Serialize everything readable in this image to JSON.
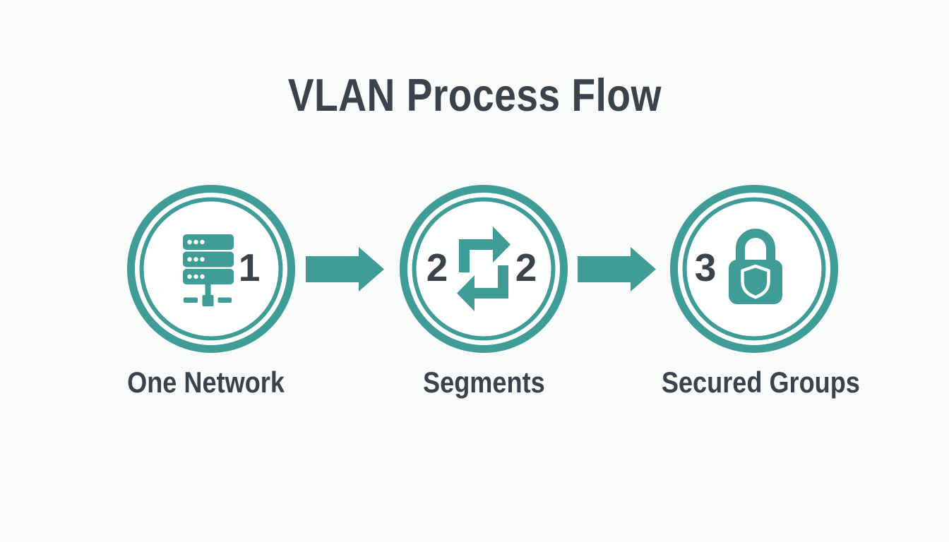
{
  "title": "VLAN Process Flow",
  "colors": {
    "accent_teal": "#409C97",
    "text_dark": "#3A434B",
    "background": "#FAFBFB"
  },
  "steps": [
    {
      "number": "1",
      "label": "One Network",
      "icon": "server-network-icon"
    },
    {
      "number": "2",
      "label": "Segments",
      "icon": "cycle-arrows-icon"
    },
    {
      "number": "3",
      "label": "Secured Groups",
      "icon": "lock-shield-icon"
    }
  ],
  "connectors": [
    {
      "type": "block-arrow",
      "direction": "right"
    },
    {
      "type": "block-arrow",
      "direction": "right"
    }
  ]
}
